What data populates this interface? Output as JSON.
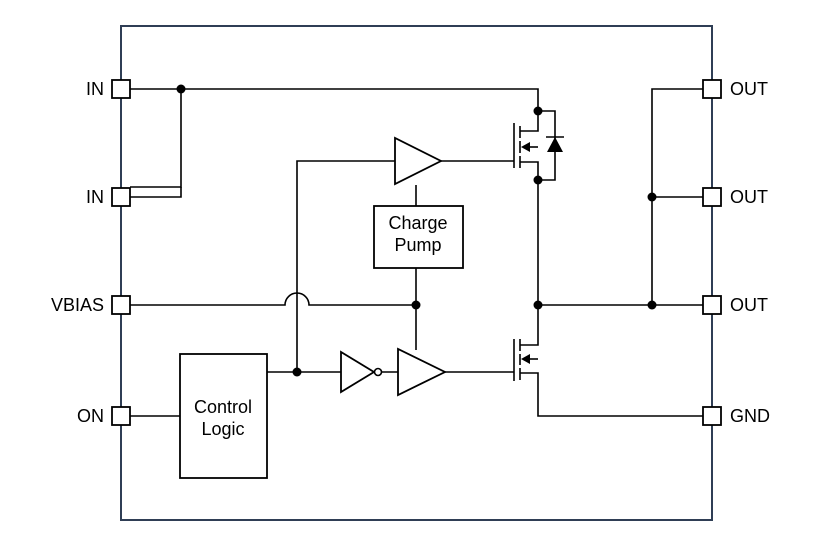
{
  "pins_left": [
    "IN",
    "IN",
    "VBIAS",
    "ON"
  ],
  "pins_right": [
    "OUT",
    "OUT",
    "OUT",
    "GND"
  ],
  "blocks": {
    "charge_pump": [
      "Charge",
      "Pump"
    ],
    "control_logic": [
      "Control",
      "Logic"
    ]
  },
  "colors": {
    "frame": "#2f3e55",
    "wire": "#000000"
  }
}
